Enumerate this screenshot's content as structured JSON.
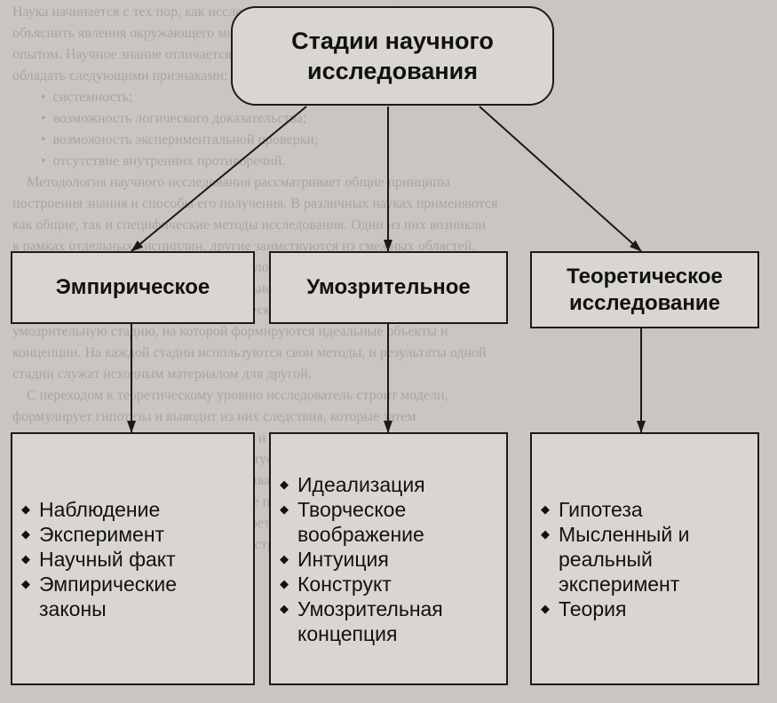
{
  "title": "Стадии научного исследования",
  "stages": [
    {
      "label": "Эмпирическое",
      "items": [
        "Наблюдение",
        "Эксперимент",
        "Научный факт",
        "Эмпирические законы"
      ]
    },
    {
      "label": "Умозрительное",
      "items": [
        "Идеализация",
        "Творческое воображение",
        "Интуиция",
        "Конструкт",
        "Умозрительная концепция"
      ]
    },
    {
      "label": "Теоретическое исследование",
      "items": [
        "Гипотеза",
        "Мысленный и реальный эксперимент",
        "Теория"
      ]
    }
  ]
}
